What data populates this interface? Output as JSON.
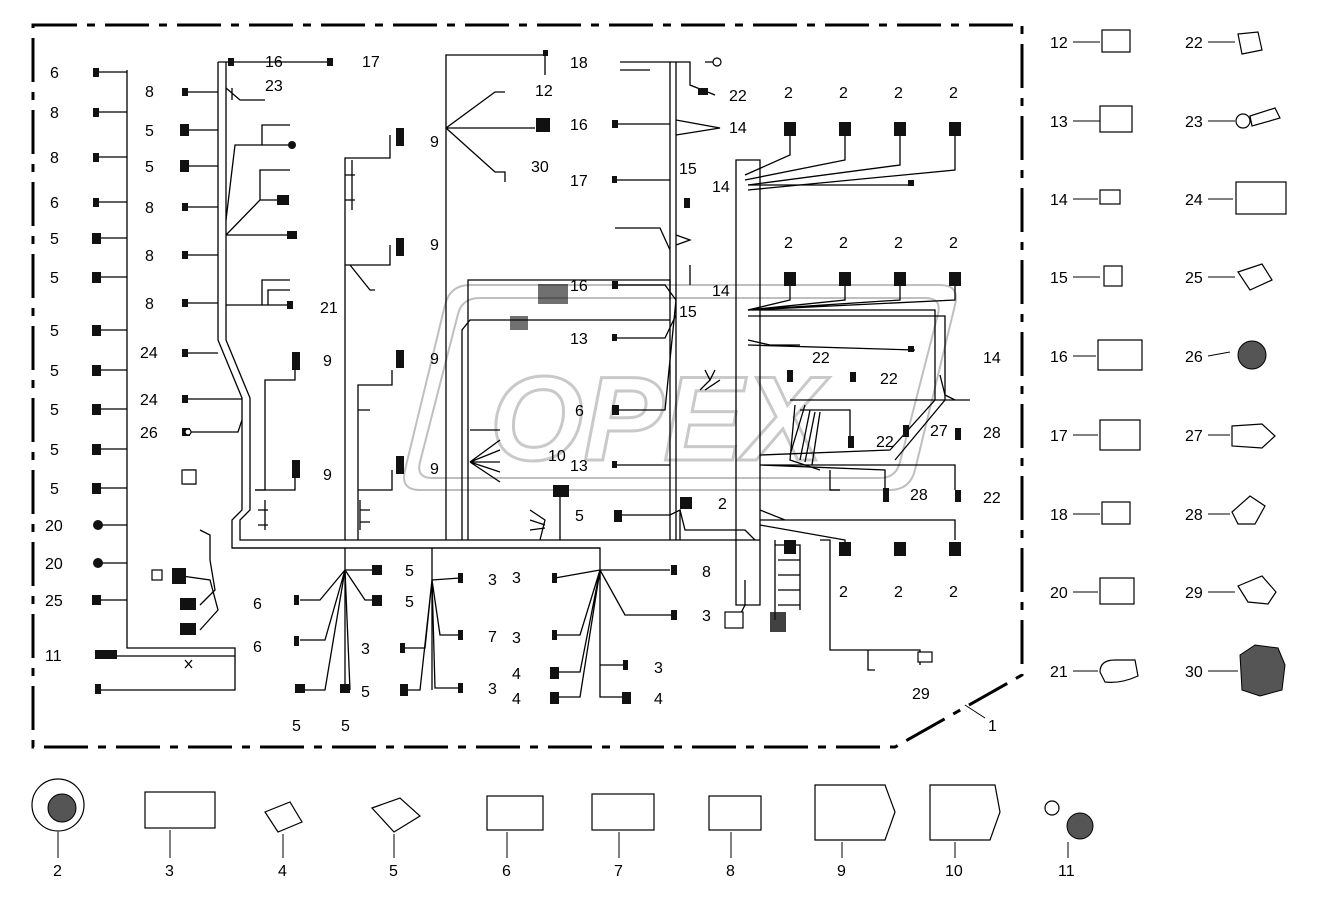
{
  "watermark": "OPEX",
  "assembly_callout": "1",
  "wiring_labels": {
    "l6a": "6",
    "l8a": "8",
    "l8b": "8",
    "l6b": "6",
    "l5a": "5",
    "l5b": "5",
    "l5c": "5",
    "l5d": "5",
    "l5e": "5",
    "l5f": "5",
    "l5g": "5",
    "l20a": "20",
    "l20b": "20",
    "l25": "25",
    "l11": "11",
    "c8a": "8",
    "c5a": "5",
    "c5b": "5",
    "c8b": "8",
    "c8c": "8",
    "c8d": "8",
    "c24a": "24",
    "c24b": "24",
    "c26": "26",
    "t16": "16",
    "t23": "23",
    "t17": "17",
    "t21": "21",
    "n9a": "9",
    "n9b": "9",
    "n9c": "9",
    "n9d": "9",
    "n9e": "9",
    "n9f": "9",
    "n12": "12",
    "n30": "30",
    "n18": "18",
    "n16a": "16",
    "n17": "17",
    "n22a": "22",
    "n14a": "14",
    "n15a": "15",
    "n14b": "14",
    "n14c": "14",
    "n16b": "16",
    "n15b": "15",
    "n13a": "13",
    "n6": "6",
    "n13b": "13",
    "n10": "10",
    "n5": "5",
    "n2mid": "2",
    "r2a": "2",
    "r2b": "2",
    "r2c": "2",
    "r2d": "2",
    "r2e": "2",
    "r2f": "2",
    "r2g": "2",
    "r2h": "2",
    "r22a": "22",
    "r22b": "22",
    "r22c": "22",
    "r22d": "22",
    "r27": "27",
    "r28a": "28",
    "r28b": "28",
    "r14": "14",
    "b2a": "2",
    "b2b": "2",
    "b2c": "2",
    "b29": "29",
    "m5a": "5",
    "m5b": "5",
    "m6a": "6",
    "m6b": "6",
    "m5c": "5",
    "m5d": "5",
    "m3a": "3",
    "m7": "7",
    "m3b": "3",
    "m5e": "5",
    "m3c": "3",
    "m3d": "3",
    "m8": "8",
    "m3e": "3",
    "m3f": "3",
    "m3g": "3",
    "m4a": "4",
    "m4b": "4",
    "m4c": "4"
  },
  "legend_right": [
    "12",
    "13",
    "14",
    "15",
    "16",
    "17",
    "18",
    "20",
    "21",
    "22",
    "23",
    "24",
    "25",
    "26",
    "27",
    "28",
    "29",
    "30"
  ],
  "legend_bottom": [
    "2",
    "3",
    "4",
    "5",
    "6",
    "7",
    "8",
    "9",
    "10",
    "11"
  ]
}
